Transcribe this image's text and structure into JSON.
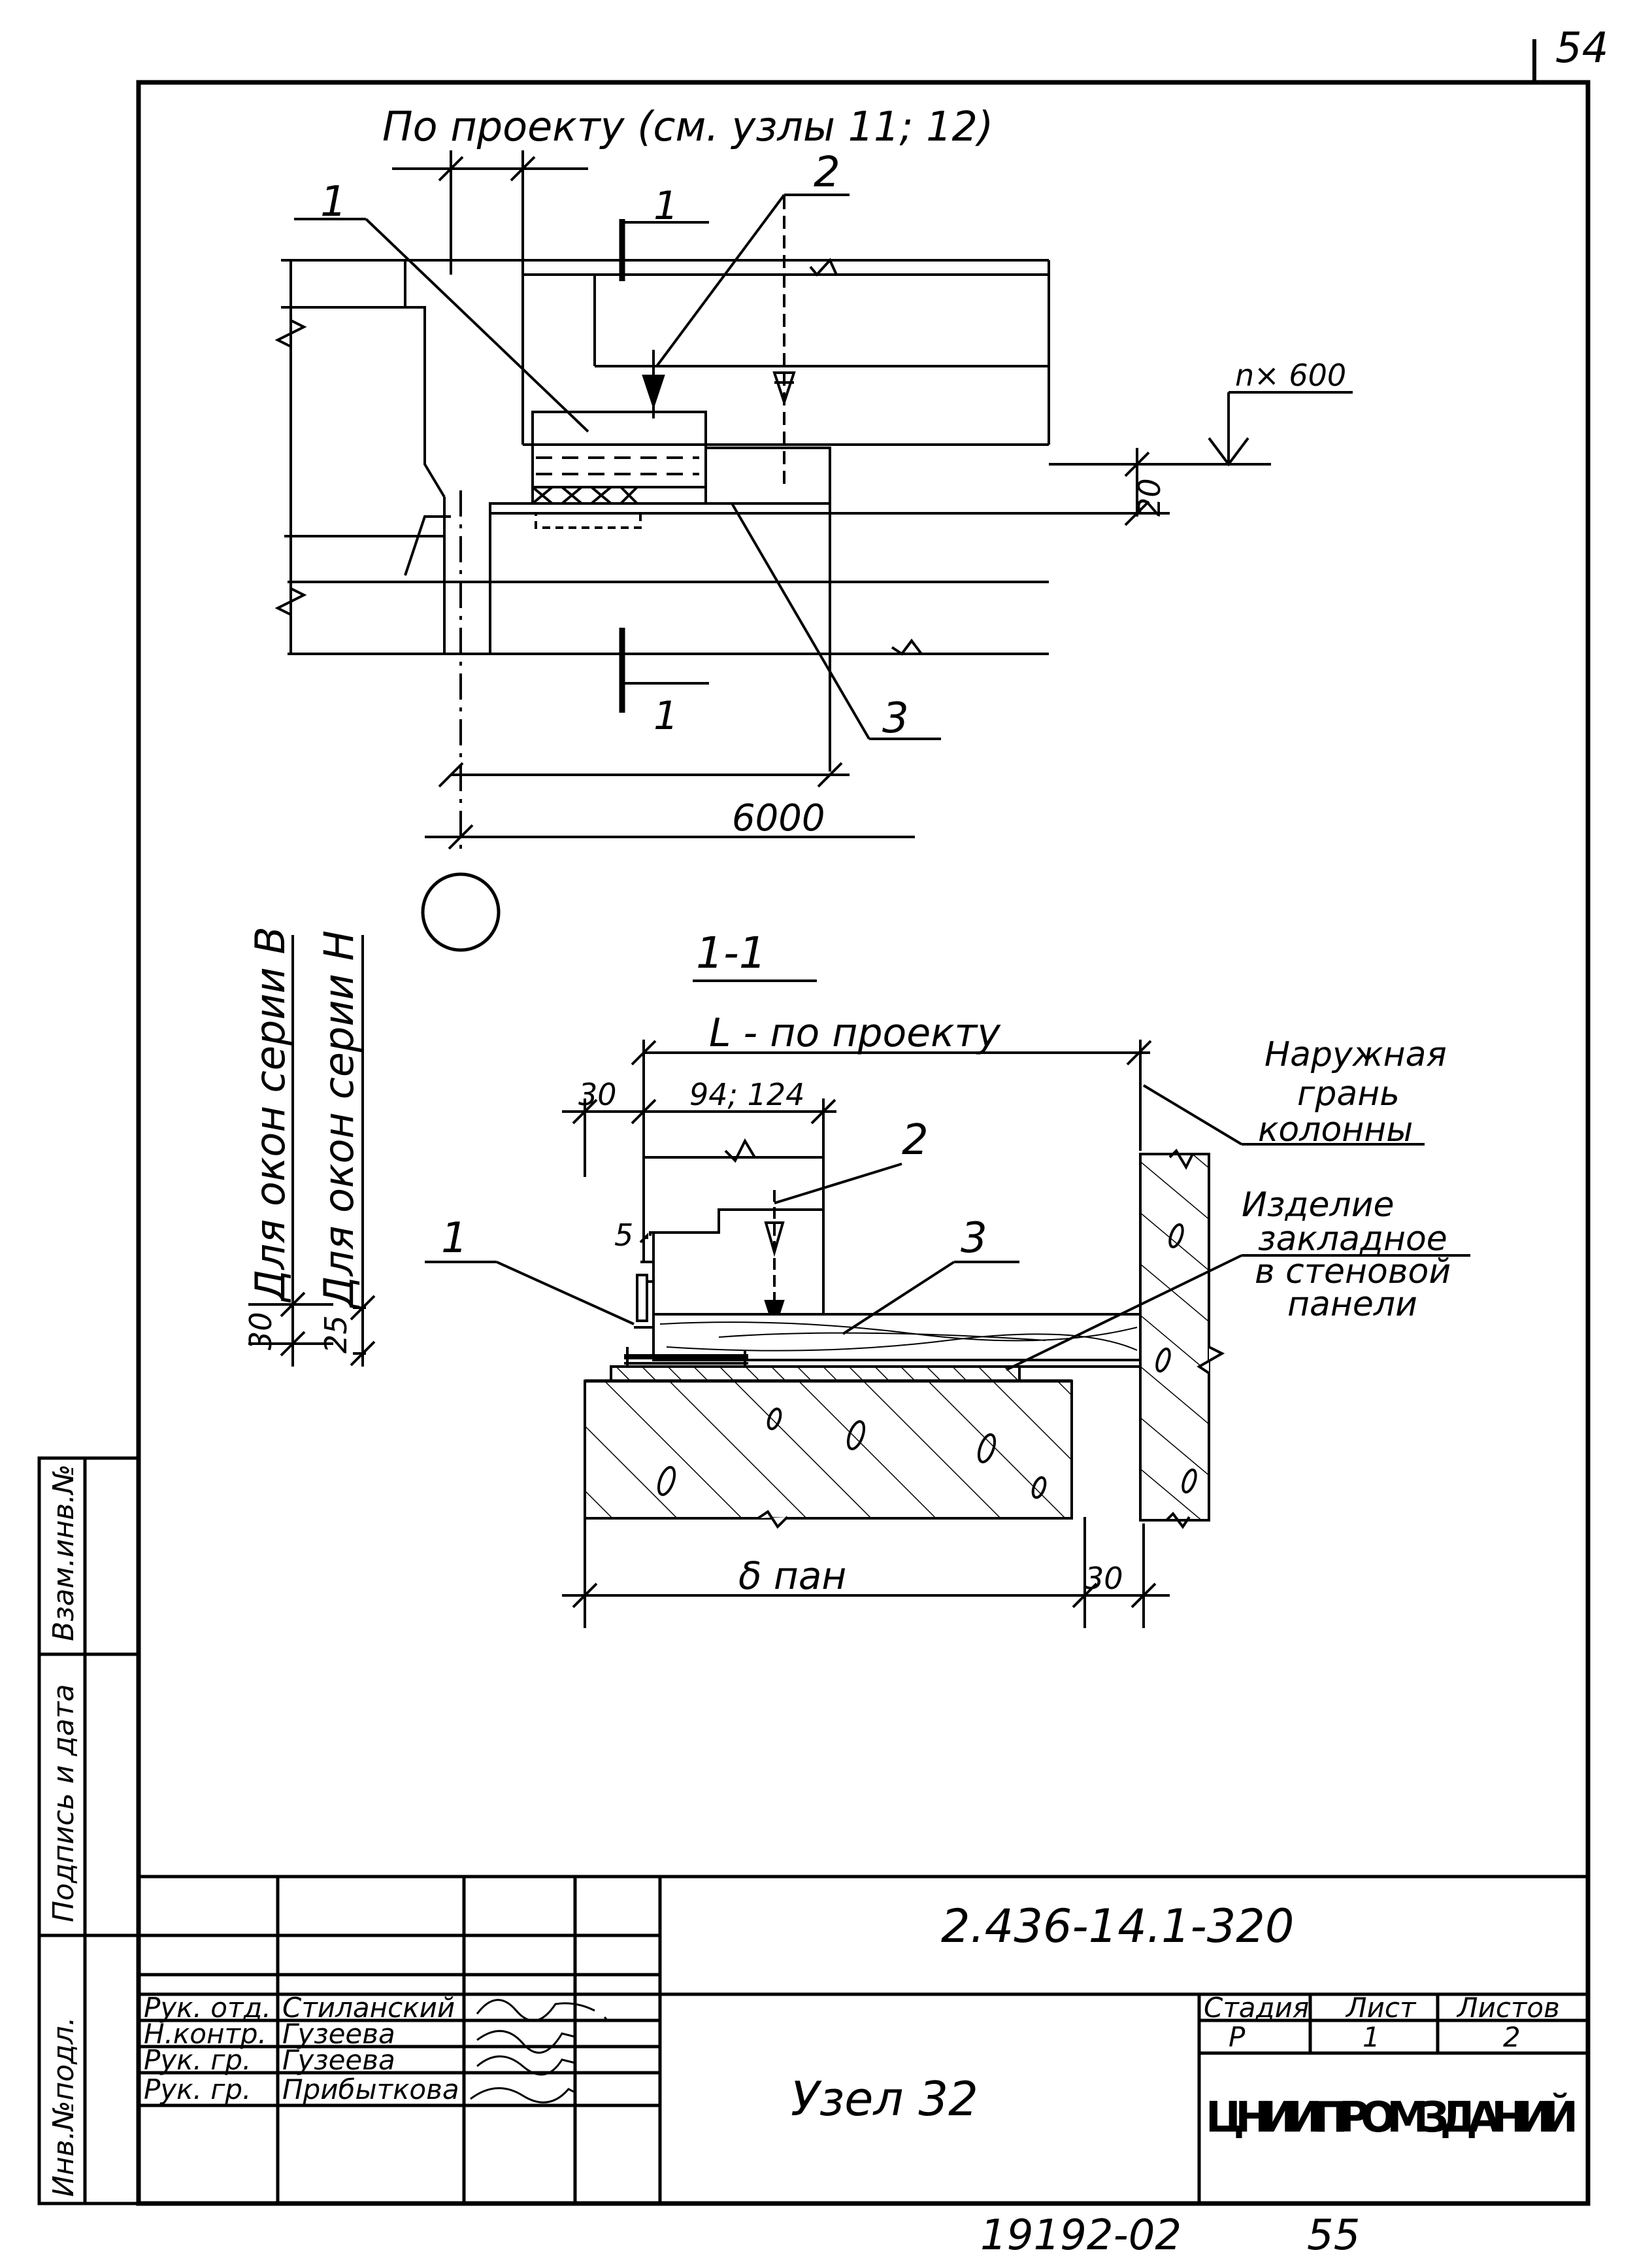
{
  "page_number_top": "54",
  "plan_view": {
    "note_top": "По проекту (см. узлы 11; 12)",
    "callout_1": "1",
    "callout_2": "2",
    "callout_3": "3",
    "section_mark_top": "1",
    "section_mark_bottom": "1",
    "level_label": "n× 600",
    "dim_20": "20",
    "dim_6000": "6000"
  },
  "side_labels": {
    "series_v": "Для окон серии В",
    "series_n": "Для окон серии Н",
    "dim_30": "30",
    "dim_25": "25"
  },
  "section_view": {
    "title": "1-1",
    "length_label": "L - по проекту",
    "dim_30_left": "30",
    "dim_94_124": "94; 124",
    "dim_5": "5",
    "dim_30_right": "30",
    "bottom_dim": "δ пан",
    "callout_1": "1",
    "callout_2": "2",
    "callout_3": "3",
    "note_outer_face": [
      "Наружная",
      "грань",
      "колонны"
    ],
    "note_embedded": [
      "Изделие",
      "закладное",
      "в стеновой",
      "панели"
    ]
  },
  "left_stamp": {
    "field1": "Взам.инв.№",
    "field2": "Подпись и дата",
    "field3": "Инв.№подл."
  },
  "title_block": {
    "doc_code": "2.436-14.1-320",
    "title": "Узел 32",
    "stage_header": "Стадия",
    "sheet_header": "Лист",
    "sheets_header": "Листов",
    "stage_value": "Р",
    "sheet_value": "1",
    "sheets_value": "2",
    "org": "ЦНИИПРОМЗДАНИЙ",
    "roles": [
      "Рук. отд.",
      "Н.контр.",
      "Рук. гр.",
      "Рук. гр."
    ],
    "names": [
      "Стиланский",
      "Гузеева",
      "Гузеева",
      "Прибыткова"
    ]
  },
  "footer": {
    "code": "19192-02",
    "page": "55"
  }
}
